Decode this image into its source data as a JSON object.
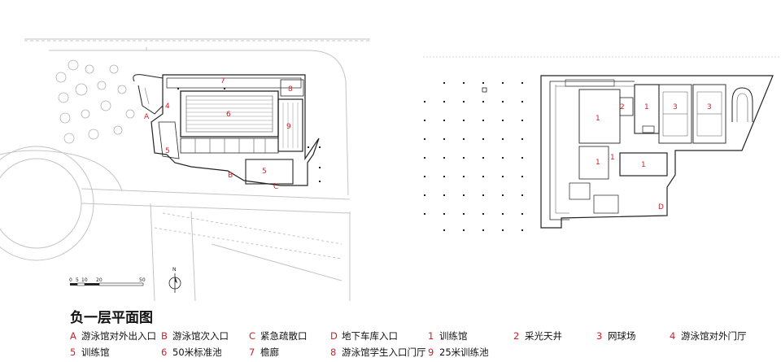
{
  "page_title": "负一层平面图",
  "north_label": "N",
  "scale_labels": [
    "0",
    "5",
    "10",
    "20",
    "50"
  ],
  "legend": [
    {
      "key": "A",
      "text": "游泳馆对外出入口"
    },
    {
      "key": "B",
      "text": "游泳馆次入口"
    },
    {
      "key": "C",
      "text": "紧急疏散口"
    },
    {
      "key": "D",
      "text": "地下车库入口"
    },
    {
      "key": "1",
      "text": "训练馆"
    },
    {
      "key": "2",
      "text": "采光天井"
    },
    {
      "key": "3",
      "text": "网球场"
    },
    {
      "key": "4",
      "text": "游泳馆对外门厅"
    },
    {
      "key": "5",
      "text": "训练馆"
    },
    {
      "key": "6",
      "text": "50米标准池"
    },
    {
      "key": "7",
      "text": "檐廊"
    },
    {
      "key": "8",
      "text": "游泳馆学生入口门厅"
    },
    {
      "key": "9",
      "text": "25米训练池"
    }
  ],
  "plan_labels": {
    "left": [
      "A",
      "4",
      "6",
      "7",
      "8",
      "9",
      "5",
      "5",
      "B",
      "C"
    ],
    "right": [
      "1",
      "2",
      "1",
      "3",
      "3",
      "1",
      "1",
      "1",
      "D"
    ]
  },
  "colors": {
    "accent": "#d0202a",
    "line": "#222222",
    "light": "#bdbdbd"
  }
}
